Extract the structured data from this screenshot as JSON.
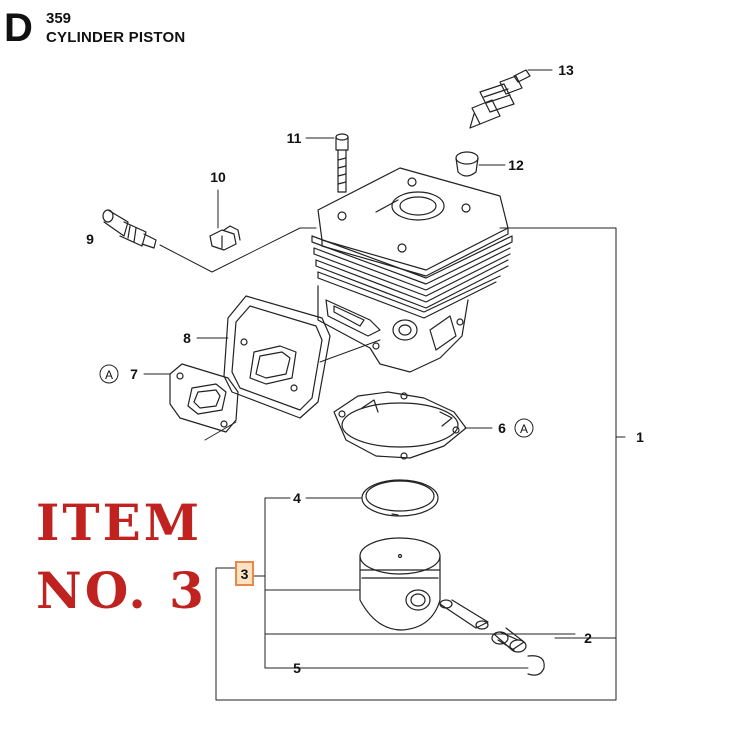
{
  "header": {
    "section_letter": "D",
    "model_number": "359",
    "title": "CYLINDER PISTON"
  },
  "callouts": [
    {
      "id": "1",
      "label": "1"
    },
    {
      "id": "2",
      "label": "2"
    },
    {
      "id": "3",
      "label": "3",
      "highlighted": true
    },
    {
      "id": "4",
      "label": "4"
    },
    {
      "id": "5",
      "label": "5"
    },
    {
      "id": "6",
      "label": "6",
      "marker": "A"
    },
    {
      "id": "7",
      "label": "7",
      "marker": "A"
    },
    {
      "id": "8",
      "label": "8"
    },
    {
      "id": "9",
      "label": "9"
    },
    {
      "id": "10",
      "label": "10"
    },
    {
      "id": "11",
      "label": "11"
    },
    {
      "id": "12",
      "label": "12"
    },
    {
      "id": "13",
      "label": "13"
    }
  ],
  "overlay": {
    "line1": "ITEM",
    "line2": "NO. 3",
    "color": "#c0221f"
  },
  "colors": {
    "highlight_fill": "#fde3c2",
    "highlight_stroke": "#e8884a",
    "line": "#222222"
  }
}
